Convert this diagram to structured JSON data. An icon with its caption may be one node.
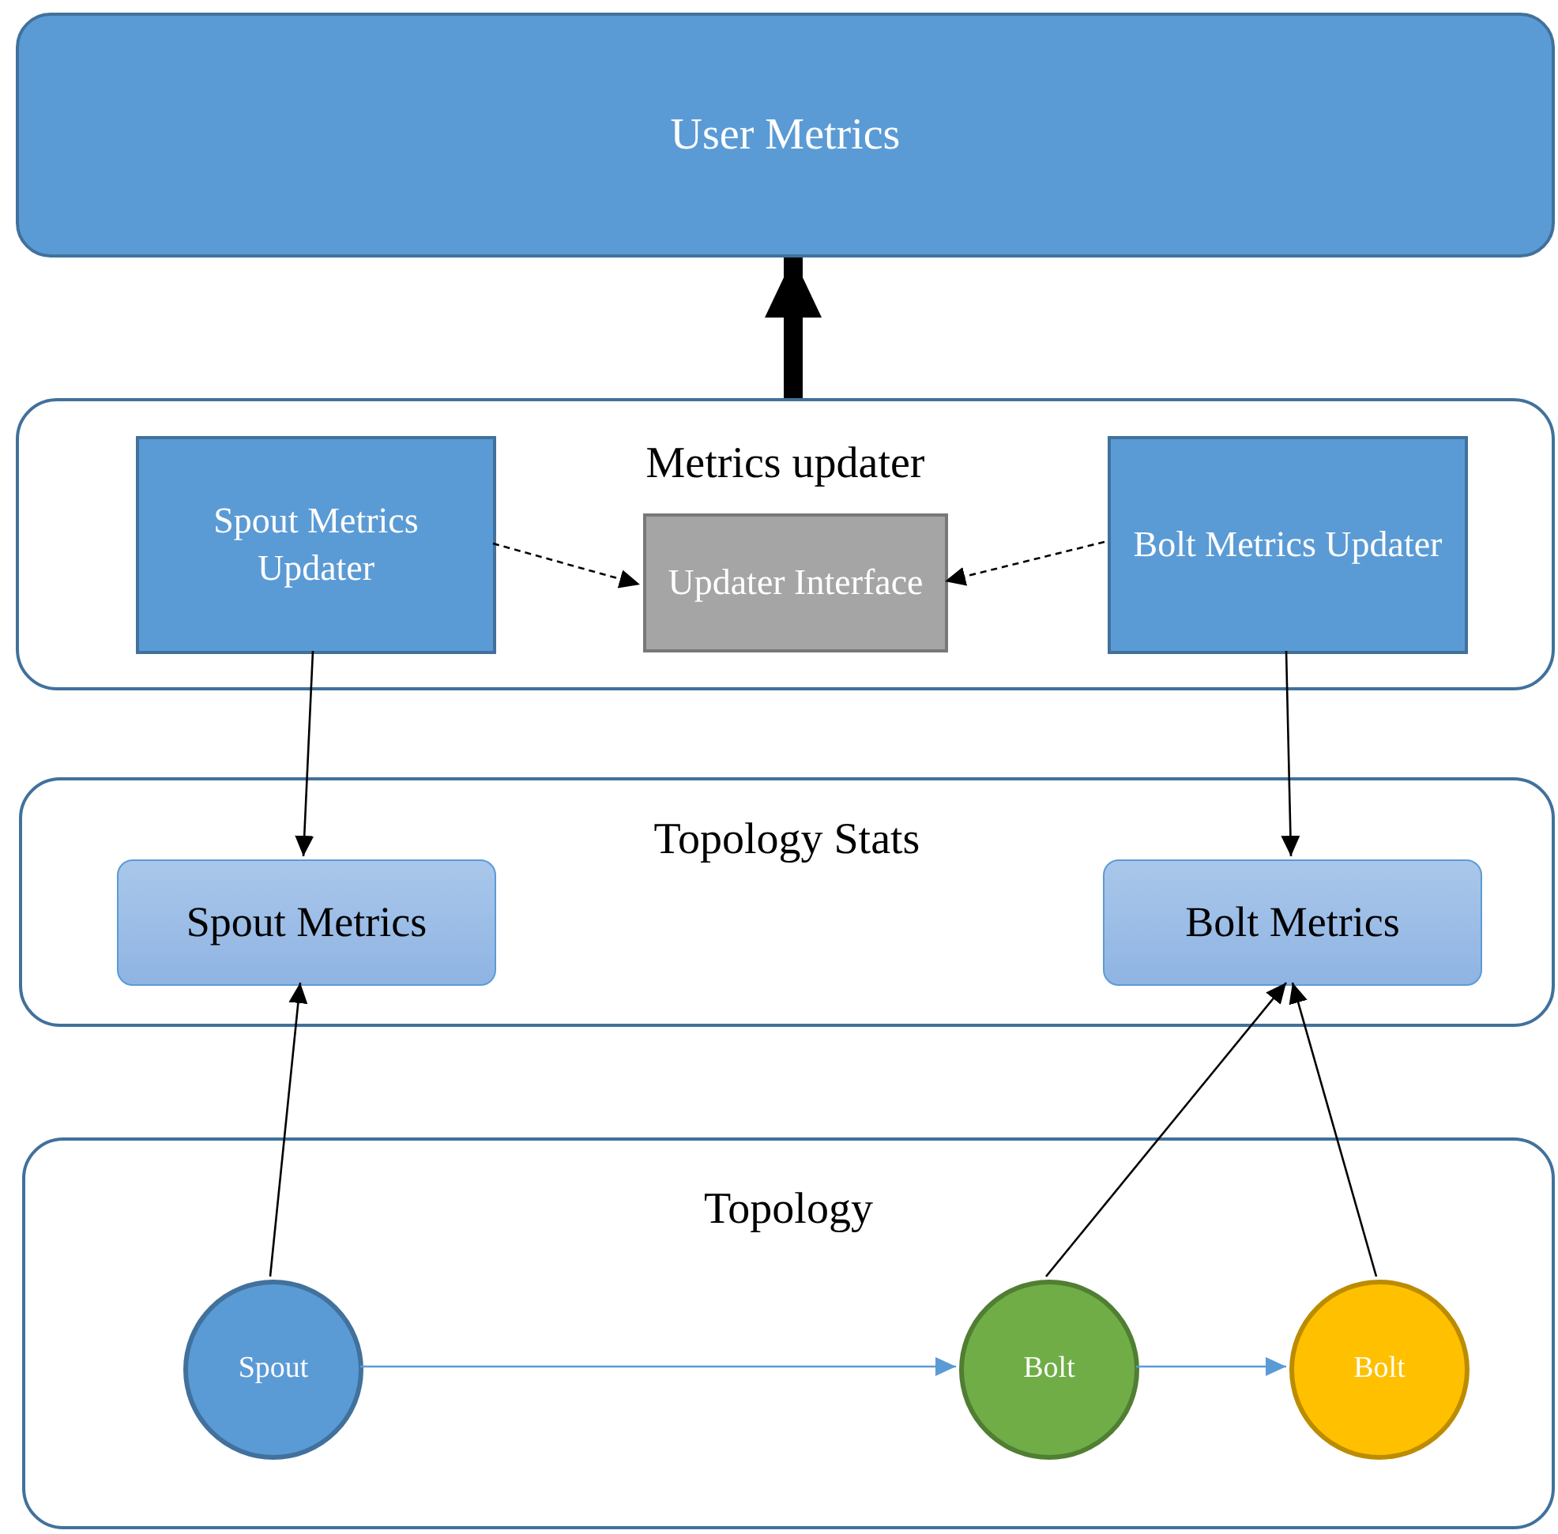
{
  "diagram": {
    "nodes": [
      {
        "text": [
          "User Metrics"
        ]
      },
      {
        "text": [
          "Metrics updater"
        ]
      },
      {
        "text": [
          "Spout Metrics Updater"
        ],
        "in": 1
      },
      {
        "text": [
          "Updater Interface"
        ],
        "in": 1
      },
      {
        "text": [
          "Bolt Metrics Updater"
        ],
        "in": 1
      },
      {
        "text": [
          "Topology Stats"
        ]
      },
      {
        "text": [
          "Spout Metrics"
        ],
        "in": 5
      },
      {
        "text": [
          "Bolt Metrics"
        ],
        "in": 5
      },
      {
        "text": [
          "Topology"
        ]
      },
      {
        "text": [
          "Spout"
        ],
        "in": 8
      },
      {
        "text": [
          "Bolt"
        ],
        "in": 8
      },
      {
        "text": [
          "Bolt"
        ],
        "in": 8
      }
    ],
    "edges": [
      {
        "from": 1,
        "to": 0,
        "arrow": "to",
        "style": "thick"
      },
      {
        "from": 2,
        "to": 3,
        "arrow": "to",
        "style": "dashed"
      },
      {
        "from": 4,
        "to": 3,
        "arrow": "to",
        "style": "dashed"
      },
      {
        "from": 2,
        "to": 6,
        "arrow": "to"
      },
      {
        "from": 4,
        "to": 7,
        "arrow": "to"
      },
      {
        "from": 9,
        "to": 6,
        "arrow": "to"
      },
      {
        "from": 10,
        "to": 7,
        "arrow": "to"
      },
      {
        "from": 11,
        "to": 7,
        "arrow": "to"
      },
      {
        "from": 9,
        "to": 10,
        "arrow": "to",
        "color": "#5b9bd5"
      },
      {
        "from": 10,
        "to": 11,
        "arrow": "to",
        "color": "#5b9bd5"
      }
    ]
  }
}
